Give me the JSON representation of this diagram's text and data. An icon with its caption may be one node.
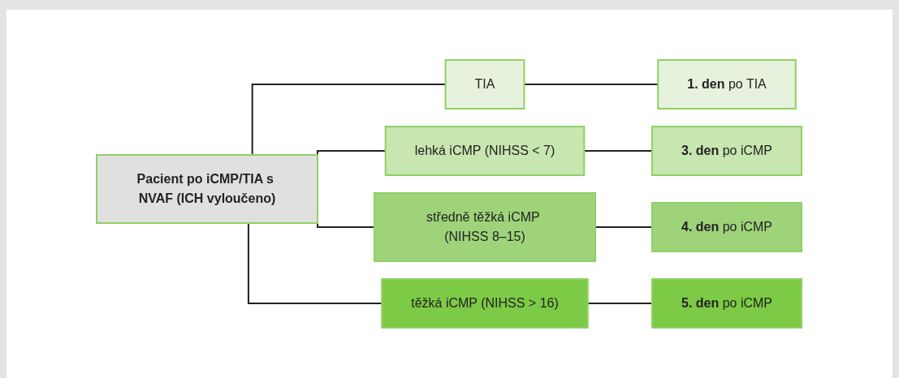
{
  "diagram": {
    "nodes": [
      {
        "text": [
          "Pacient po iCMP/TIA s NVAF (ICH vyloučeno)"
        ]
      },
      {
        "text": [
          "TIA"
        ]
      },
      {
        "text": [
          "lehká iCMP (NIHSS < 7)"
        ]
      },
      {
        "text": [
          "středně těžká iCMP (NIHSS 8–15)"
        ]
      },
      {
        "text": [
          "těžká iCMP (NIHSS > 16)"
        ]
      },
      {
        "text": [
          "**1. den** po TIA"
        ]
      },
      {
        "text": [
          "**3. den** po iCMP"
        ]
      },
      {
        "text": [
          "**4. den** po iCMP"
        ]
      },
      {
        "text": [
          "**5. den** po iCMP"
        ]
      }
    ],
    "edges": [
      {
        "from": 0,
        "to": 1,
        "arrow": "none"
      },
      {
        "from": 0,
        "to": 2,
        "arrow": "none"
      },
      {
        "from": 0,
        "to": 3,
        "arrow": "none"
      },
      {
        "from": 0,
        "to": 4,
        "arrow": "none"
      },
      {
        "from": 1,
        "to": 5,
        "arrow": "none"
      },
      {
        "from": 2,
        "to": 6,
        "arrow": "none"
      },
      {
        "from": 3,
        "to": 7,
        "arrow": "none"
      },
      {
        "from": 4,
        "to": 8,
        "arrow": "none"
      }
    ]
  }
}
